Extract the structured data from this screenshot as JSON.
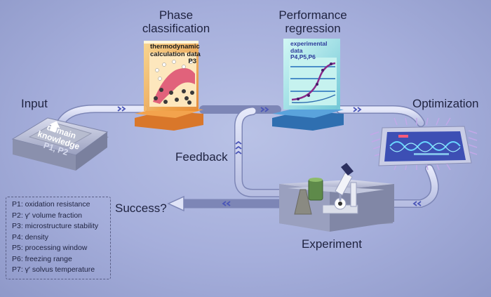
{
  "labels": {
    "input": "Input",
    "phase": [
      "Phase",
      "classification"
    ],
    "performance": [
      "Performance",
      "regression"
    ],
    "optimization": "Optimization",
    "feedback": "Feedback",
    "success": "Success?",
    "experiment": "Experiment"
  },
  "input_module": {
    "lines": [
      "domain",
      "knowledge",
      "P1, P2"
    ]
  },
  "phase_module": {
    "title_lines": [
      "thermodynamic",
      "calculation data"
    ],
    "code": "P3"
  },
  "performance_module": {
    "title_lines": [
      "experimental",
      "data"
    ],
    "code": "P4,P5,P6"
  },
  "legend": [
    "P1: oxidation resistance",
    "P2: γ′ volume fraction",
    "P3: microstructure stability",
    "P4: density",
    "P5: processing window",
    "P6: freezing range",
    "P7: γ′ solvus temperature"
  ],
  "colors": {
    "background": "#a5aedb",
    "track": "#cdd3f0",
    "arrow_mark": "#4b56b8",
    "phase_box": "#f0a040",
    "phase_base": "#e88a2e",
    "performance_box": "#9fe3e8",
    "performance_base": "#4a8ec8",
    "chip": "#3d4fb4",
    "input_panel": "#aeb4c8",
    "label_text": "#1f2340"
  }
}
